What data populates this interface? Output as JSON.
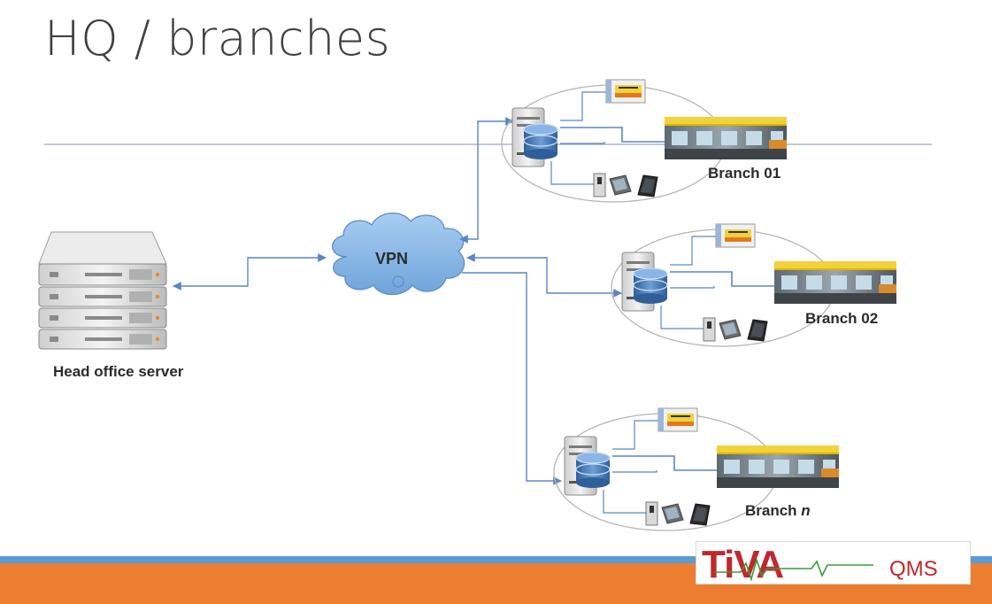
{
  "slide": {
    "title": "HQ / branches"
  },
  "diagram": {
    "hq": {
      "label": "Head office server"
    },
    "vpn": {
      "label": "VPN"
    },
    "branches": [
      {
        "label": "Branch 01"
      },
      {
        "label": "Branch 02"
      },
      {
        "label": "Branch ",
        "label_suffix": "n"
      }
    ]
  },
  "logo": {
    "brand": "TiVA",
    "product": "QMS"
  },
  "colors": {
    "connector": "#5b86c5",
    "accent_blue": "#5b9bd5",
    "accent_orange": "#ed7d31",
    "logo_red": "#c0282d",
    "logo_green": "#3a9b3a"
  },
  "icons": [
    "server-rack-icon",
    "vpn-cloud-icon",
    "database-server-icon",
    "display-screen-icon",
    "counter-photo-icon",
    "kiosk-icon",
    "touch-terminal-icon",
    "monitor-icon"
  ]
}
